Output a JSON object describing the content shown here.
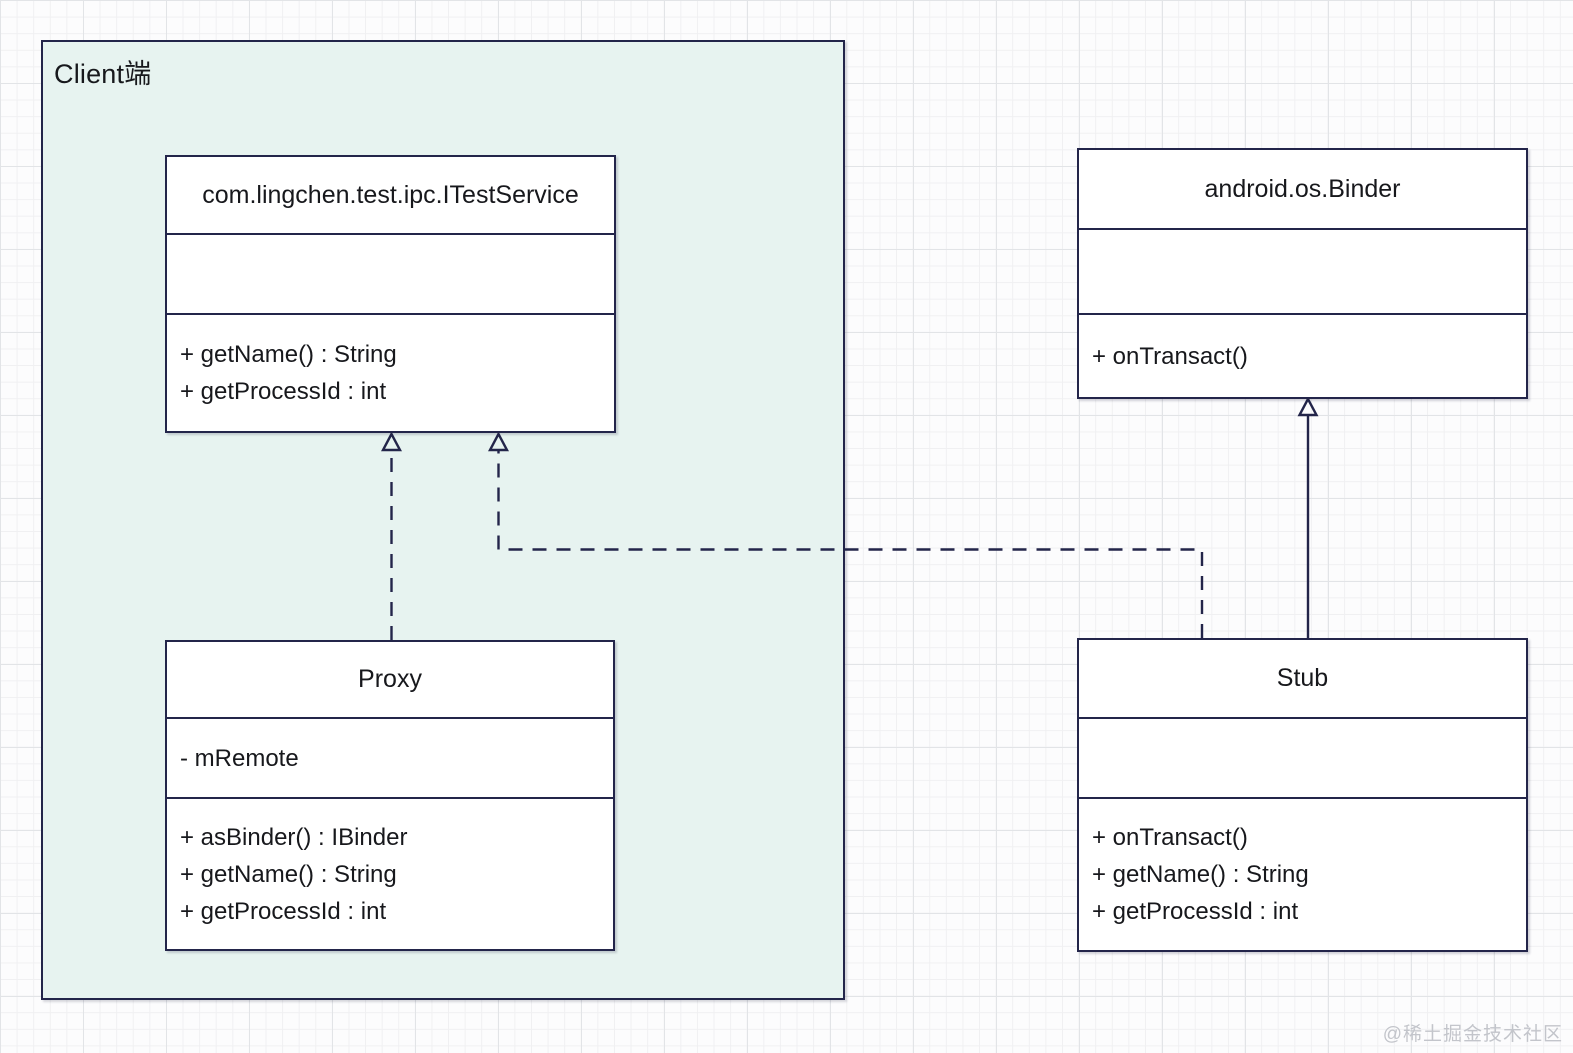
{
  "diagram": {
    "container_label": "Client端",
    "watermark": "@稀土掘金技术社区"
  },
  "colors": {
    "container_fill": "#e7f3f0",
    "line": "#23254a",
    "box_fill": "#ffffff",
    "text": "#17181c",
    "grid_minor": "#f0f0f2",
    "grid_major": "#e2e4e7",
    "watermark": "#c3c5cb"
  },
  "classes": {
    "itestservice": {
      "title": "com.lingchen.test.ipc.ITestService",
      "attributes": [],
      "methods": [
        "+ getName() : String",
        "+ getProcessId : int"
      ]
    },
    "binder": {
      "title": "android.os.Binder",
      "attributes": [],
      "methods": [
        "+ onTransact()"
      ]
    },
    "proxy": {
      "title": "Proxy",
      "attributes": [
        "- mRemote"
      ],
      "methods": [
        "+ asBinder() : IBinder",
        "+ getName() : String",
        "+ getProcessId : int"
      ]
    },
    "stub": {
      "title": "Stub",
      "attributes": [],
      "methods": [
        "+ onTransact()",
        "+ getName() : String",
        "+ getProcessId : int"
      ]
    }
  },
  "relationships": [
    {
      "from": "Proxy",
      "to": "com.lingchen.test.ipc.ITestService",
      "type": "realization",
      "line": "dashed",
      "arrowhead": "hollow-triangle"
    },
    {
      "from": "Stub",
      "to": "com.lingchen.test.ipc.ITestService",
      "type": "realization",
      "line": "dashed",
      "arrowhead": "hollow-triangle"
    },
    {
      "from": "Stub",
      "to": "android.os.Binder",
      "type": "generalization",
      "line": "solid",
      "arrowhead": "hollow-triangle"
    }
  ]
}
